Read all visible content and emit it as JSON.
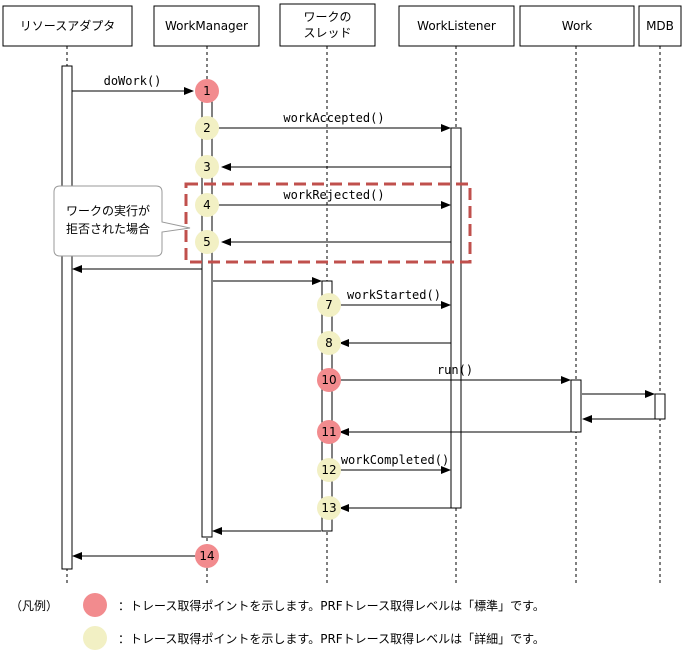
{
  "participants": [
    {
      "id": "ra",
      "label": "リソースアダプタ"
    },
    {
      "id": "wm",
      "label": "WorkManager"
    },
    {
      "id": "th",
      "label": "ワークの\nスレッド"
    },
    {
      "id": "wl",
      "label": "WorkListener"
    },
    {
      "id": "wk",
      "label": "Work"
    },
    {
      "id": "mdb",
      "label": "MDB"
    }
  ],
  "messages": [
    {
      "label": "doWork()"
    },
    {
      "label": "workAccepted()"
    },
    {
      "label": "workRejected()"
    },
    {
      "label": "workStarted()"
    },
    {
      "label": "run()"
    },
    {
      "label": "workCompleted()"
    }
  ],
  "points": [
    {
      "n": "1",
      "level": "standard"
    },
    {
      "n": "2",
      "level": "detail"
    },
    {
      "n": "3",
      "level": "detail"
    },
    {
      "n": "4",
      "level": "detail"
    },
    {
      "n": "5",
      "level": "detail"
    },
    {
      "n": "7",
      "level": "detail"
    },
    {
      "n": "8",
      "level": "detail"
    },
    {
      "n": "10",
      "level": "standard"
    },
    {
      "n": "11",
      "level": "standard"
    },
    {
      "n": "12",
      "level": "detail"
    },
    {
      "n": "13",
      "level": "detail"
    },
    {
      "n": "14",
      "level": "standard"
    }
  ],
  "note": {
    "text": "ワークの実行が\n拒否された場合"
  },
  "legend": {
    "title": "（凡例）",
    "standard_text": "：トレース取得ポイントを示します。PRFトレース取得レベルは「標準」です。",
    "detail_text": "：トレース取得ポイントを示します。PRFトレース取得レベルは「詳細」です。"
  },
  "colors": {
    "standard": "#f28b8e",
    "detail": "#f2f0c4",
    "highlight": "#c0504d",
    "line": "#000000"
  }
}
